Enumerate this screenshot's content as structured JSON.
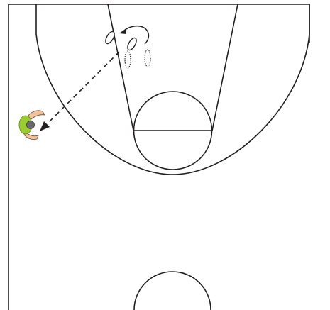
{
  "diagram": {
    "type": "basketball-half-court-drill",
    "colors": {
      "court_lines": "#231f20",
      "background": "#ffffff",
      "player_jersey": "#9acd32",
      "player_skin": "#f2c09a",
      "player_hair": "#6b6b6b"
    },
    "elements": {
      "court": [
        "sideline",
        "baseline",
        "three-point-arc",
        "free-throw-lane",
        "free-throw-circle",
        "center-circle"
      ],
      "actions": [
        "pass",
        "pivot-turn"
      ],
      "figures": [
        "wing-player",
        "post-player-footprints",
        "previous-footprints"
      ]
    }
  }
}
